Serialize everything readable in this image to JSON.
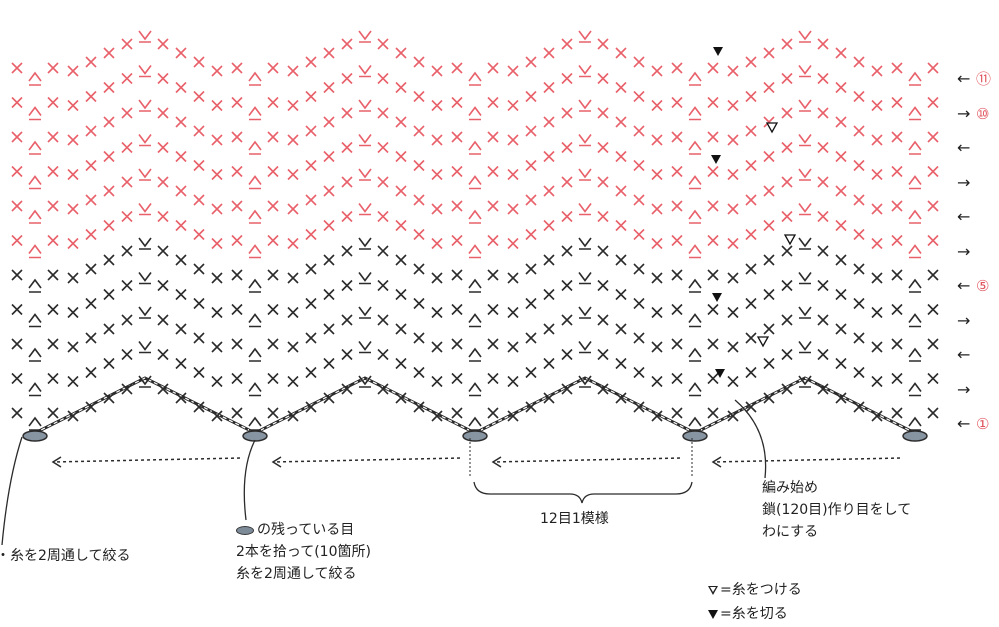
{
  "chart": {
    "pink_color": "#e8606a",
    "dark_color": "#2b2b2b",
    "row_markers": [
      {
        "text": "←",
        "kind": "arrow"
      },
      {
        "text": "→",
        "kind": "arrow"
      },
      {
        "text": "←",
        "kind": "arrow"
      },
      {
        "text": "→",
        "kind": "arrow"
      },
      {
        "text": "←",
        "kind": "arrow"
      },
      {
        "text": "→",
        "kind": "arrow"
      },
      {
        "text": "←",
        "kind": "arrow"
      },
      {
        "text": "→",
        "kind": "arrow"
      },
      {
        "text": "←",
        "kind": "arrow"
      },
      {
        "text": "→",
        "kind": "arrow"
      },
      {
        "text": "←",
        "kind": "arrow"
      }
    ],
    "row_numbers": [
      "⑪",
      "⑩",
      "⑤",
      "①"
    ]
  },
  "annotations": {
    "left_note": "・糸を2周通して絞る",
    "oval_note_line1": "の残っている目",
    "oval_note_line2": "2本を拾って(10箇所)",
    "oval_note_line3": "糸を2周通して絞る",
    "repeat_label": "12目1模様",
    "start_line1": "編み始め",
    "start_line2": "鎖(120目)作り目をして",
    "start_line3": "わにする",
    "legend_attach": "=糸をつける",
    "legend_cut": "=糸を切る"
  }
}
